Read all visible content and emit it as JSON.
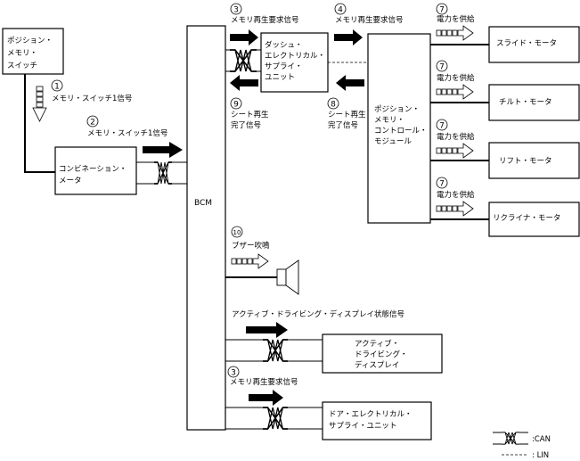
{
  "components": {
    "position_memory_switch": [
      "ポジション・",
      "メモリ・",
      "スイッチ"
    ],
    "combination_meter": [
      "コンビネーション・",
      "メータ"
    ],
    "bcm": "BCM",
    "dash_esu": [
      "ダッシュ・",
      "エレクトリカル・",
      "サプライ・",
      "ユニット"
    ],
    "pmcm": [
      "ポジション・",
      "メモリ・",
      "コントロール・",
      "モジュール"
    ],
    "slide_motor": "スライド・モータ",
    "tilt_motor": "チルト・モータ",
    "lift_motor": "リフト・モータ",
    "recliner_motor": "リクライナ・モータ",
    "active_driving_display": [
      "アクティブ・",
      "ドライビング・",
      "ディスプレイ"
    ],
    "door_esu": [
      "ドア・エレクトリカル・",
      "サプライ・ユニット"
    ]
  },
  "signals": {
    "s1": {
      "num": "1",
      "label": "メモリ・スイッチ1信号"
    },
    "s2": {
      "num": "2",
      "label": "メモリ・スイッチ1信号"
    },
    "s3": {
      "num": "3",
      "label": "メモリ再生要求信号"
    },
    "s4": {
      "num": "4",
      "label": "メモリ再生要求信号"
    },
    "s7": {
      "num": "7",
      "label": "電力を供給"
    },
    "s8": {
      "num": "8",
      "label": [
        "シート再生",
        "完了信号"
      ]
    },
    "s9": {
      "num": "9",
      "label": [
        "シート再生",
        "完了信号"
      ]
    },
    "s10": {
      "num": "10",
      "label": "ブザー吹鳴"
    },
    "sadd": {
      "label": "アクティブ・ドライビング・ディスプレイ状態信号"
    },
    "s3b": {
      "num": "3",
      "label": "メモリ再生要求信号"
    }
  },
  "legend": {
    "can": ":CAN",
    "lin": ": LIN"
  }
}
